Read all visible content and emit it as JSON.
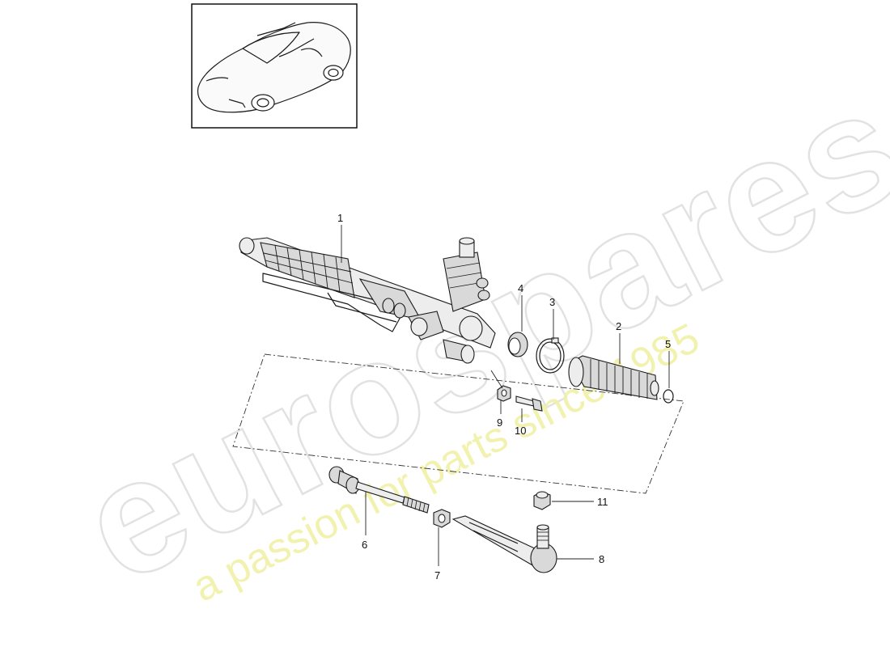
{
  "watermark": {
    "brand": "eurospares",
    "tagline": "a passion for parts since 1985",
    "brand_color": "#e2e2e2",
    "tagline_color": "#f1f1a8"
  },
  "diagram": {
    "thumbnail_icon": "car-thumbnail-icon",
    "callouts": [
      {
        "id": "1",
        "label": "1",
        "part": "steering-rack"
      },
      {
        "id": "2",
        "label": "2",
        "part": "bellows-boot"
      },
      {
        "id": "3",
        "label": "3",
        "part": "clamp"
      },
      {
        "id": "4",
        "label": "4",
        "part": "collar-ring"
      },
      {
        "id": "5",
        "label": "5",
        "part": "small-clamp"
      },
      {
        "id": "6",
        "label": "6",
        "part": "inner-tie-rod"
      },
      {
        "id": "7",
        "label": "7",
        "part": "lock-nut"
      },
      {
        "id": "8",
        "label": "8",
        "part": "tie-rod-end"
      },
      {
        "id": "9",
        "label": "9",
        "part": "nut"
      },
      {
        "id": "10",
        "label": "10",
        "part": "bolt"
      },
      {
        "id": "11",
        "label": "11",
        "part": "self-locking-nut"
      }
    ]
  }
}
